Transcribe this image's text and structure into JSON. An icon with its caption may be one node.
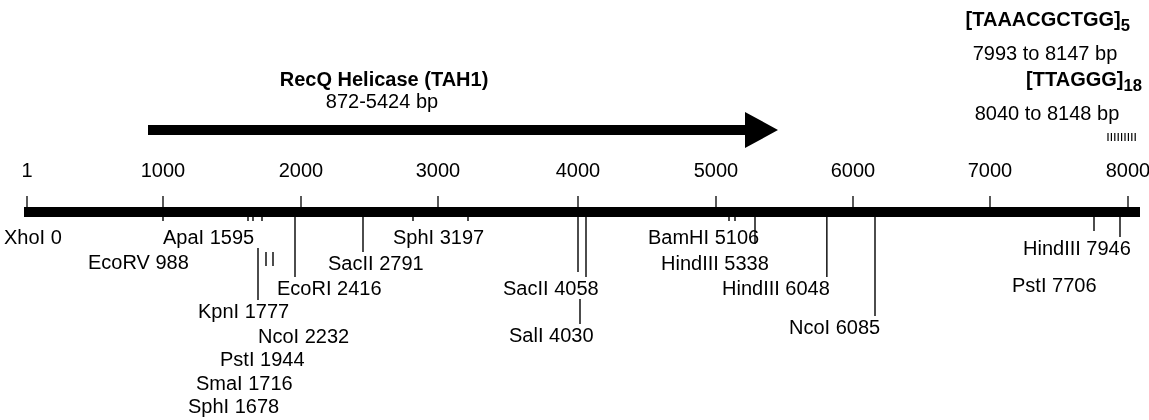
{
  "diagram": {
    "nodes": [
      {
        "text": [],
        "shape": "bar"
      },
      {
        "text": [
          "XhoI 0"
        ]
      },
      {
        "text": [
          "EcoRV 988"
        ]
      },
      {
        "text": [
          "ApaI 1595"
        ]
      },
      {
        "text": [
          "KpnI 1777"
        ]
      },
      {
        "text": [
          "NcoI 2232"
        ]
      },
      {
        "text": [
          "PstI 1944"
        ]
      },
      {
        "text": [
          "SmaI 1716"
        ]
      },
      {
        "text": [
          "SphI 1678"
        ]
      },
      {
        "text": [
          "EcoRI 2416"
        ]
      },
      {
        "text": [
          "SacII 2791"
        ]
      },
      {
        "text": [
          "SphI 3197"
        ]
      },
      {
        "text": [
          "SacII 4058"
        ]
      },
      {
        "text": [
          "SalI 4030"
        ]
      },
      {
        "text": [
          "BamHI 5106"
        ]
      },
      {
        "text": [
          "HindIII 5338"
        ]
      },
      {
        "text": [
          "HindIII 6048"
        ]
      },
      {
        "text": [
          "NcoI 6085"
        ]
      },
      {
        "text": [
          "HindIII 7946"
        ]
      },
      {
        "text": [
          "PstI 7706"
        ]
      }
    ],
    "edges": [
      {
        "from": 4,
        "to": 3,
        "arrow": "none"
      },
      {
        "from": 9,
        "to": 0,
        "arrow": "none"
      },
      {
        "from": 10,
        "to": 0,
        "arrow": "none"
      },
      {
        "from": 12,
        "to": 0,
        "arrow": "none"
      },
      {
        "from": 13,
        "to": 12,
        "arrow": "none"
      },
      {
        "from": 16,
        "to": 0,
        "arrow": "none"
      },
      {
        "from": 17,
        "to": 0,
        "arrow": "none"
      },
      {
        "from": 18,
        "to": 0,
        "arrow": "none"
      }
    ],
    "labels": [
      "[TAAACGCTGG]$_{5}$",
      "7993 to 8147 bp",
      "RecQ Helicase (TAH1)",
      "[TTAGGG]$_{18}$",
      "872-5424 bp",
      "8040 to 8148 bp",
      "1",
      "1000",
      "2000",
      "3000",
      "4000",
      "5000",
      "6000",
      "7000",
      "8000"
    ]
  }
}
